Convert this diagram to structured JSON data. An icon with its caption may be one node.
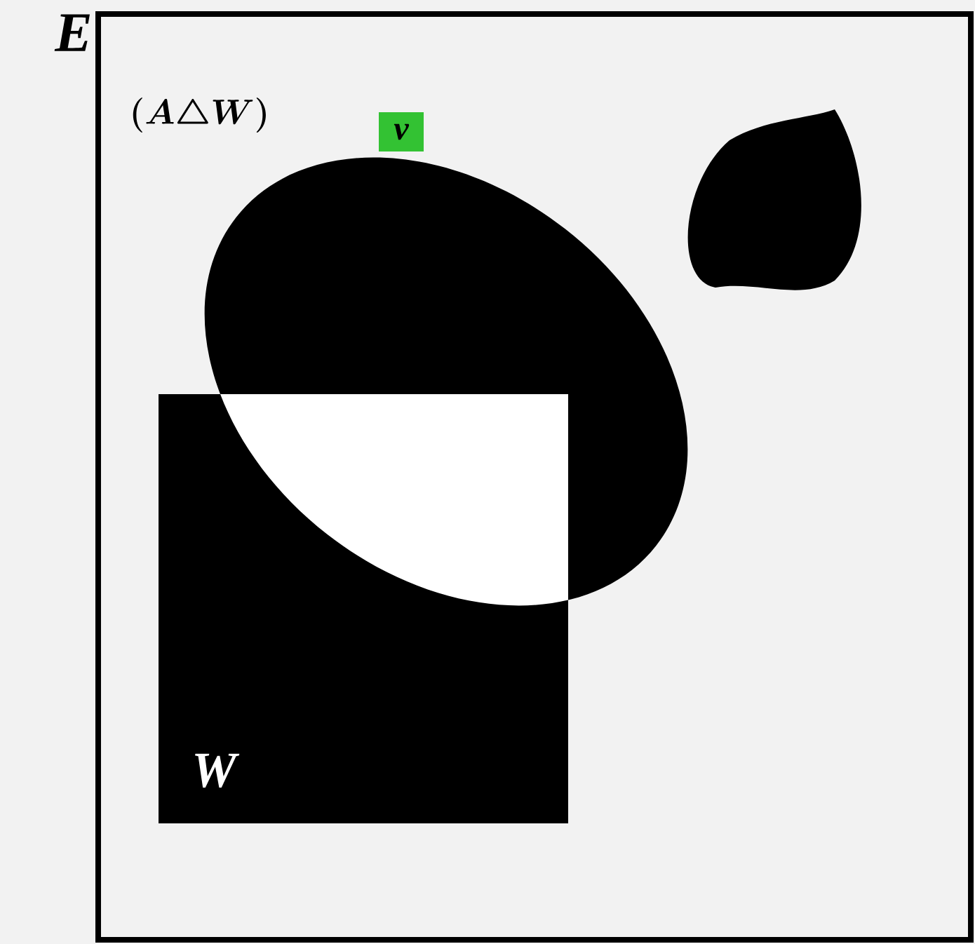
{
  "diagram": {
    "nodes": [
      {
        "text": [
          "E"
        ]
      },
      {
        "text": [
          "W"
        ],
        "in": 0
      }
    ],
    "labels": [
      "(A \\triangle W)",
      "v"
    ]
  }
}
